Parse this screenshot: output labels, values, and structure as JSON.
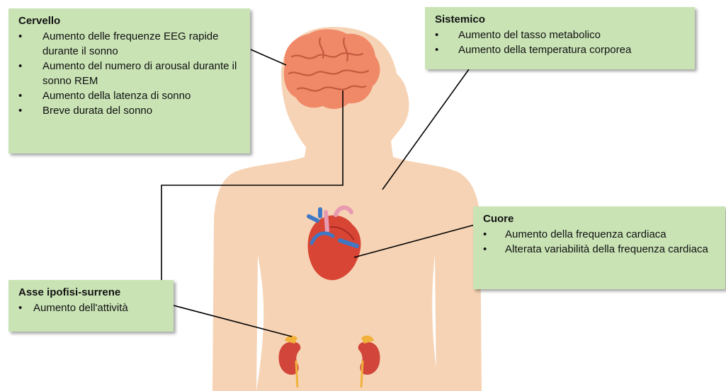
{
  "colors": {
    "callout_bg": "#c9e3b5",
    "skin": "#f6d3b5",
    "brain": "#f08968",
    "heart": "#d84534",
    "vessel_blue": "#3f79c6",
    "kidney": "#d2453a",
    "adrenal": "#f0b23a",
    "connector": "#000000"
  },
  "callouts": {
    "cervello": {
      "title": "Cervello",
      "items": [
        "Aumento delle frequenze EEG rapide durante il sonno",
        "Aumento del numero di arousal durante il sonno REM",
        "Aumento della latenza di sonno",
        "Breve durata del sonno"
      ]
    },
    "sistemico": {
      "title": "Sistemico",
      "items": [
        "Aumento del tasso metabolico",
        "Aumento della temperatura corporea"
      ]
    },
    "cuore": {
      "title": "Cuore",
      "items": [
        "Aumento della frequenza cardiaca",
        "Alterata variabilità della frequenza cardiaca"
      ]
    },
    "asse": {
      "title": "Asse ipofisi-surrene",
      "items": [
        "Aumento dell'attività"
      ]
    }
  },
  "icons": {
    "brain": "brain-icon",
    "heart": "heart-icon",
    "kidney": "kidney-icon",
    "body": "human-silhouette"
  }
}
